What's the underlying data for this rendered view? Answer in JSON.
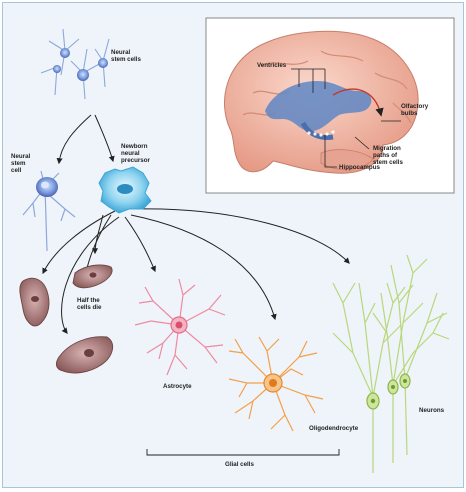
{
  "labels": {
    "neural_stem_cells": "Neural\nstem cells",
    "neural_stem_cell": "Neural\nstem\ncell",
    "newborn_precursor": "Newborn\nneural\nprecursor",
    "half_cells_die": "Half the\ncells die",
    "astrocyte": "Astrocyte",
    "oligodendrocyte": "Oligodendrocyte",
    "neurons": "Neurons",
    "glial_cells": "Glial cells"
  },
  "inset": {
    "ventricles": "Ventricles",
    "olfactory_bulbs": "Olfactory\nbulbs",
    "migration_paths": "Migration\npaths of\nstem cells",
    "hippocampus": "Hippocampus"
  },
  "colors": {
    "background": "#eef4fa",
    "stem_cell_blue": "#6f8fd8",
    "dying_cell": "#b07a7a",
    "astrocyte": "#f08aa0",
    "oligodendrocyte": "#f3a04a",
    "neuron": "#b9d77a",
    "brain": "#f2b8a6",
    "ventricle": "#5f86c4",
    "migration_path": "#c0392b"
  }
}
